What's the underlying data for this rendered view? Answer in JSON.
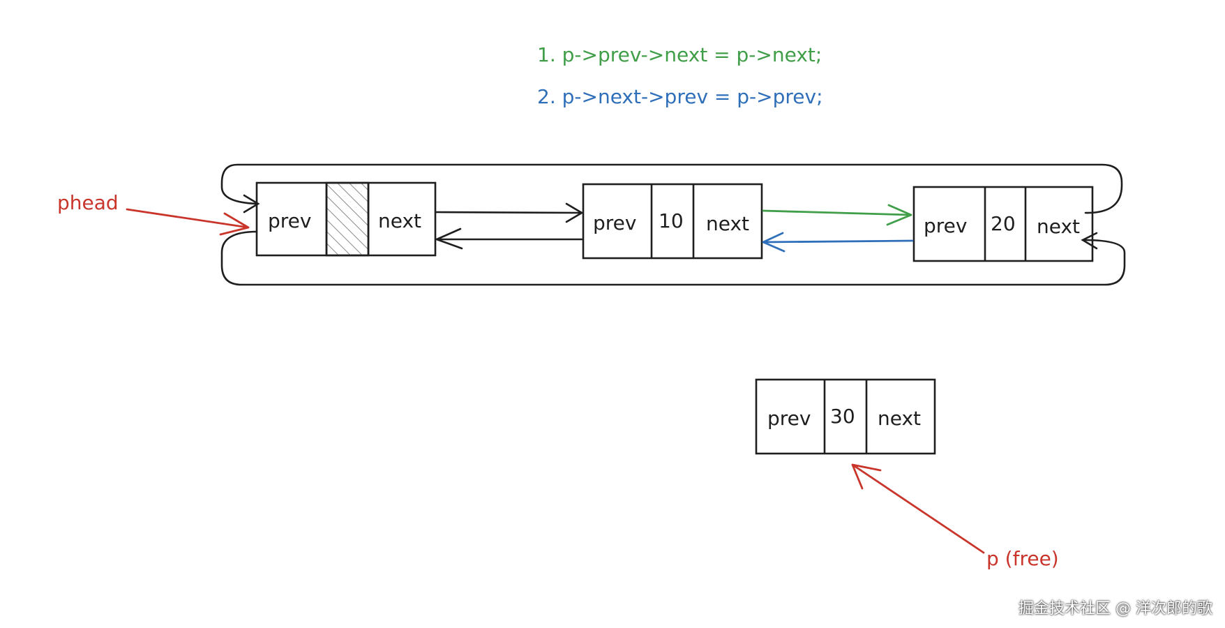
{
  "code": {
    "line1": "1. p->prev->next = p->next;",
    "line2": "2. p->next->prev = p->prev;"
  },
  "colors": {
    "step1": "#3f9e47",
    "step2": "#2f6fba",
    "pointer": "#c9352b",
    "stroke": "#1e1e1e"
  },
  "labels": {
    "phead": "phead",
    "p_free": "p (free)"
  },
  "nodes": [
    {
      "prev": "prev",
      "data": "",
      "next": "next",
      "role": "head sentinel"
    },
    {
      "prev": "prev",
      "data": "10",
      "next": "next"
    },
    {
      "prev": "prev",
      "data": "20",
      "next": "next"
    },
    {
      "prev": "prev",
      "data": "30",
      "next": "next"
    }
  ],
  "watermark": "掘金技术社区 @ 洋次郎的歌"
}
